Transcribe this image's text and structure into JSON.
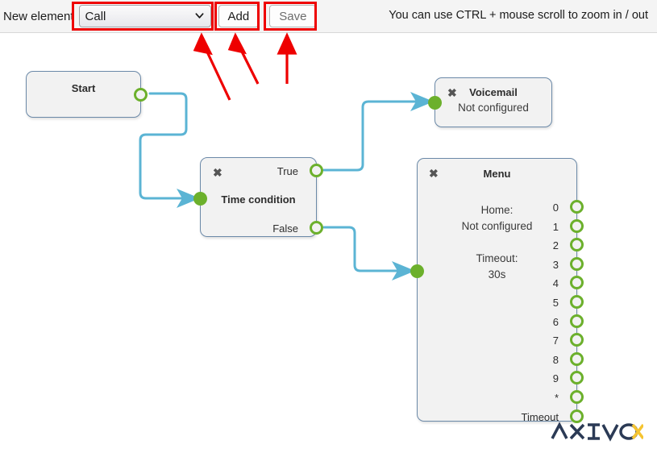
{
  "toolbar": {
    "new_element_label": "New element",
    "element_select": {
      "value": "Call",
      "options": [
        "Call"
      ],
      "chevron_icon": "chevron-down-icon"
    },
    "add_label": "Add",
    "save_label": "Save",
    "hint": "You can use CTRL + mouse scroll to zoom in / out"
  },
  "annotations": {
    "highlight_color": "#ee0000",
    "arrow_color": "#ee0000",
    "arrow_count": 3
  },
  "colors": {
    "node_border": "#6b89a8",
    "node_fill": "#f2f2f2",
    "port_green": "#6cb02c",
    "wire_blue": "#5bb4d4",
    "toolbar_bg": "#f4f4f4",
    "logo_dark": "#2b3a55",
    "logo_accent": "#f5c431"
  },
  "canvas": {
    "nodes": [
      {
        "id": "start",
        "title": "Start",
        "subtitle": "",
        "closable": false,
        "has_input": false,
        "outputs": [
          {
            "label": "",
            "type": "ring"
          }
        ]
      },
      {
        "id": "timecondition",
        "title": "Time condition",
        "subtitle": "",
        "closable": true,
        "close_icon": "close-icon",
        "has_input": true,
        "outputs": [
          {
            "label": "True",
            "type": "ring"
          },
          {
            "label": "False",
            "type": "ring"
          }
        ]
      },
      {
        "id": "voicemail",
        "title": "Voicemail",
        "subtitle": "Not configured",
        "closable": true,
        "close_icon": "close-icon",
        "has_input": true,
        "outputs": []
      },
      {
        "id": "menu",
        "title": "Menu",
        "closable": true,
        "close_icon": "close-icon",
        "has_input": true,
        "details": [
          "Home:",
          "Not configured",
          "Timeout:",
          "30s"
        ],
        "home_label": "Home:",
        "home_value": "Not configured",
        "timeout_label": "Timeout:",
        "timeout_value": "30s",
        "outputs": [
          {
            "label": "0",
            "type": "ring"
          },
          {
            "label": "1",
            "type": "ring"
          },
          {
            "label": "2",
            "type": "ring"
          },
          {
            "label": "3",
            "type": "ring"
          },
          {
            "label": "4",
            "type": "ring"
          },
          {
            "label": "5",
            "type": "ring"
          },
          {
            "label": "6",
            "type": "ring"
          },
          {
            "label": "7",
            "type": "ring"
          },
          {
            "label": "8",
            "type": "ring"
          },
          {
            "label": "9",
            "type": "ring"
          },
          {
            "label": "*",
            "type": "ring"
          },
          {
            "label": "Timeout",
            "type": "ring"
          }
        ]
      }
    ],
    "connections": [
      {
        "from": "start",
        "to": "timecondition",
        "label": ""
      },
      {
        "from": "timecondition.True",
        "to": "voicemail",
        "label": "True"
      },
      {
        "from": "timecondition.False",
        "to": "menu",
        "label": "False"
      }
    ]
  },
  "logo": {
    "text_main": "AXIVO",
    "text_accent": "X",
    "full": "AXIVOX"
  }
}
